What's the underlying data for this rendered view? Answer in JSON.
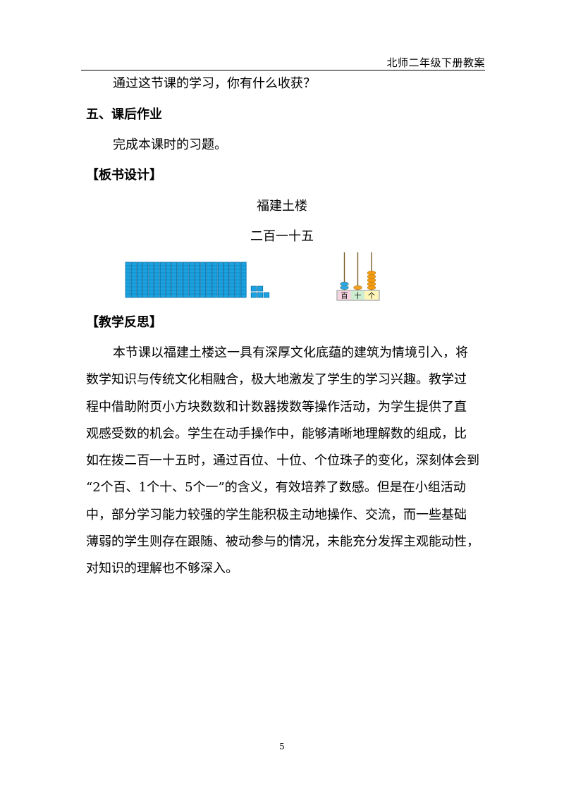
{
  "header": {
    "title": "北师二年级下册教案"
  },
  "section_intro": "通过这节课的学习，你有什么收获？",
  "section5": {
    "heading": "五、课后作业",
    "text": "完成本课时的习题。"
  },
  "board": {
    "heading": "【板书设计】",
    "title": "福建土楼",
    "number_text": "二百一十五",
    "hundreds": 2,
    "tens": 1,
    "ones": 5,
    "counter_labels": [
      "百",
      "十",
      "个"
    ],
    "colors": {
      "block": "#1aa3e0",
      "block_edge": "#0b6fa8",
      "hundred_bead": "#2aa9e8",
      "ten_bead": "#f0a020",
      "one_bead": "#f39c12",
      "rod": "#7a5a2a"
    }
  },
  "reflection": {
    "heading": "【教学反思】",
    "lines": [
      "本节课以福建土楼这一具有深厚文化底蕴的建筑为情境引入，将",
      "数学知识与传统文化相融合，极大地激发了学生的学习兴趣。教学过",
      "程中借助附页小方块数数和计数器拨数等操作活动，为学生提供了直",
      "观感受数的机会。学生在动手操作中，能够清晰地理解数的组成，比",
      "如在拨二百一十五时，通过百位、十位、个位珠子的变化，深刻体会到",
      "“2个百、1个十、5个一”的含义，有效培养了数感。但是在小组活动",
      "中，部分学习能力较强的学生能积极主动地操作、交流，而一些基础",
      "薄弱的学生则存在跟随、被动参与的情况，未能充分发挥主观能动性，",
      "对知识的理解也不够深入。"
    ]
  },
  "page_number": "5"
}
